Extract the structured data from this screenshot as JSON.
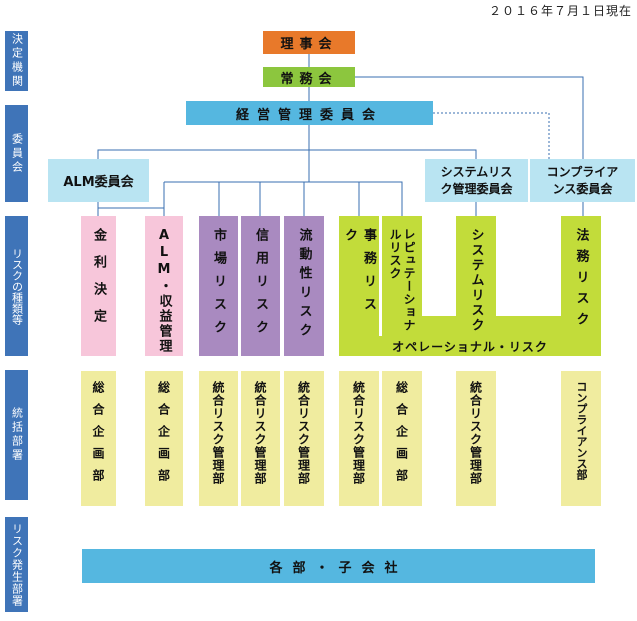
{
  "header": {
    "date": "２０１６年７月１日現在"
  },
  "sidebar": {
    "decision": "決定機関",
    "committee": "委員会",
    "risk_types": "リスクの種類等",
    "oversight": "統括部署",
    "origin": "リスク発生部署"
  },
  "boxes": {
    "board": "理事会",
    "executive": "常務会",
    "management": "経営管理委員会",
    "alm": "ALM委員会",
    "system_committee": "システムリスク管理委員会",
    "compliance_committee": "コンプライアンス委員会",
    "operational": "オペレーショナル・リスク",
    "departments": "各部・子会社"
  },
  "risks": {
    "interest": "金利決定",
    "alm": "ALM・収益管理",
    "market": "市場リスク",
    "credit": "信用リスク",
    "liquidity": "流動性リスク",
    "admin": "事務リスク",
    "reputation": "レピュテーショナルリスク",
    "system": "システムリスク",
    "legal": "法務リスク"
  },
  "depts": {
    "d1": "総合企画部",
    "d2": "総合企画部",
    "d3": "統合リスク管理部",
    "d4": "統合リスク管理部",
    "d5": "統合リスク管理部",
    "d6": "統合リスク管理部",
    "d7": "総合企画部",
    "d8": "統合リスク管理部",
    "d9": "コンプライアンス部"
  },
  "colors": {
    "sidebar": "#3f74b8",
    "board": "#e8792a",
    "executive": "#8cc63e",
    "management": "#55b7e0",
    "committee": "#b9e4f2",
    "alm_group": "#f7c6da",
    "market_group": "#a98ac0",
    "operational_group": "#c2dc3a",
    "dept": "#f0ec9f"
  }
}
